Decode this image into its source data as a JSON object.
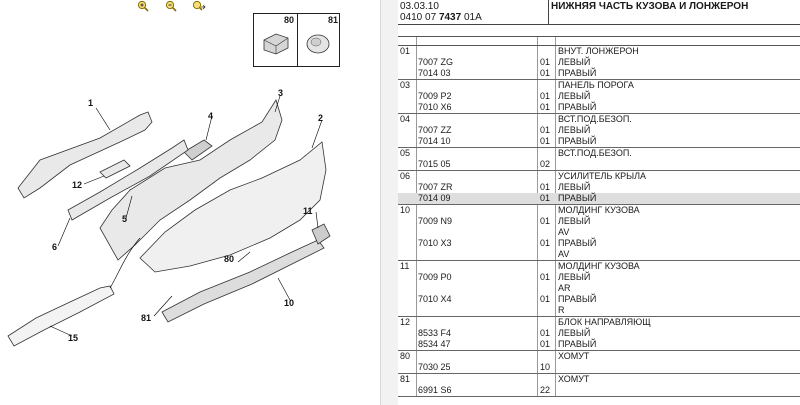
{
  "toolbar": {
    "zoom_in_icon": "zoom-in-icon",
    "zoom_out_icon": "zoom-out-icon",
    "zoom_fit_icon": "zoom-pan-icon"
  },
  "thumbnails": [
    {
      "num": "80"
    },
    {
      "num": "81"
    }
  ],
  "callouts": [
    "1",
    "2",
    "3",
    "4",
    "5",
    "6",
    "10",
    "11",
    "12",
    "15",
    "80",
    "81"
  ],
  "header": {
    "date": "03.03.10",
    "code_prefix": "0410 07 ",
    "code_bold": "7437",
    "code_suffix": " 01A",
    "title": "НИЖНЯЯ ЧАСТЬ КУЗОВА И ЛОНЖЕРОН"
  },
  "groups": [
    {
      "num": "01",
      "rows": [
        {
          "ref": "",
          "qty": "",
          "desc": "ВНУТ. ЛОНЖЕРОН"
        },
        {
          "ref": "7007 ZG",
          "qty": "01",
          "desc": "ЛЕВЫЙ"
        },
        {
          "ref": "7014 03",
          "qty": "01",
          "desc": "ПРАВЫЙ"
        }
      ]
    },
    {
      "num": "03",
      "rows": [
        {
          "ref": "",
          "qty": "",
          "desc": "ПАНЕЛЬ ПОРОГА"
        },
        {
          "ref": "7009 P2",
          "qty": "01",
          "desc": "ЛЕВЫЙ"
        },
        {
          "ref": "7010 X6",
          "qty": "01",
          "desc": "ПРАВЫЙ"
        }
      ]
    },
    {
      "num": "04",
      "rows": [
        {
          "ref": "",
          "qty": "",
          "desc": "ВСТ.ПОД.БЕЗОП."
        },
        {
          "ref": "7007 ZZ",
          "qty": "01",
          "desc": "ЛЕВЫЙ"
        },
        {
          "ref": "7014 10",
          "qty": "01",
          "desc": "ПРАВЫЙ"
        }
      ]
    },
    {
      "num": "05",
      "rows": [
        {
          "ref": "",
          "qty": "",
          "desc": "ВСТ.ПОД.БЕЗОП."
        },
        {
          "ref": "7015 05",
          "qty": "02",
          "desc": ""
        }
      ]
    },
    {
      "num": "06",
      "rows": [
        {
          "ref": "",
          "qty": "",
          "desc": "УСИЛИТЕЛЬ КРЫЛА"
        },
        {
          "ref": "7007 ZR",
          "qty": "01",
          "desc": "ЛЕВЫЙ"
        },
        {
          "ref": "7014 09",
          "qty": "01",
          "desc": "ПРАВЫЙ",
          "highlight": true
        }
      ]
    },
    {
      "num": "10",
      "rows": [
        {
          "ref": "",
          "qty": "",
          "desc": "МОЛДИНГ КУЗОВА"
        },
        {
          "ref": "7009 N9",
          "qty": "01",
          "desc": "ЛЕВЫЙ"
        },
        {
          "ref": "",
          "qty": "",
          "desc": "AV"
        },
        {
          "ref": "7010 X3",
          "qty": "01",
          "desc": "ПРАВЫЙ"
        },
        {
          "ref": "",
          "qty": "",
          "desc": "AV"
        }
      ]
    },
    {
      "num": "11",
      "rows": [
        {
          "ref": "",
          "qty": "",
          "desc": "МОЛДИНГ КУЗОВА"
        },
        {
          "ref": "7009 P0",
          "qty": "01",
          "desc": "ЛЕВЫЙ"
        },
        {
          "ref": "",
          "qty": "",
          "desc": "AR"
        },
        {
          "ref": "7010 X4",
          "qty": "01",
          "desc": "ПРАВЫЙ"
        },
        {
          "ref": "",
          "qty": "",
          "desc": "R"
        }
      ]
    },
    {
      "num": "12",
      "rows": [
        {
          "ref": "",
          "qty": "",
          "desc": "БЛОК НАПРАВЛЯЮЩ"
        },
        {
          "ref": "8533 F4",
          "qty": "01",
          "desc": "ЛЕВЫЙ"
        },
        {
          "ref": "8534 47",
          "qty": "01",
          "desc": "ПРАВЫЙ"
        }
      ]
    },
    {
      "num": "80",
      "rows": [
        {
          "ref": "",
          "qty": "",
          "desc": "ХОМУТ"
        },
        {
          "ref": "7030 25",
          "qty": "10",
          "desc": ""
        }
      ]
    },
    {
      "num": "81",
      "rows": [
        {
          "ref": "",
          "qty": "",
          "desc": "ХОМУТ"
        },
        {
          "ref": "6991 S6",
          "qty": "22",
          "desc": ""
        }
      ]
    }
  ]
}
